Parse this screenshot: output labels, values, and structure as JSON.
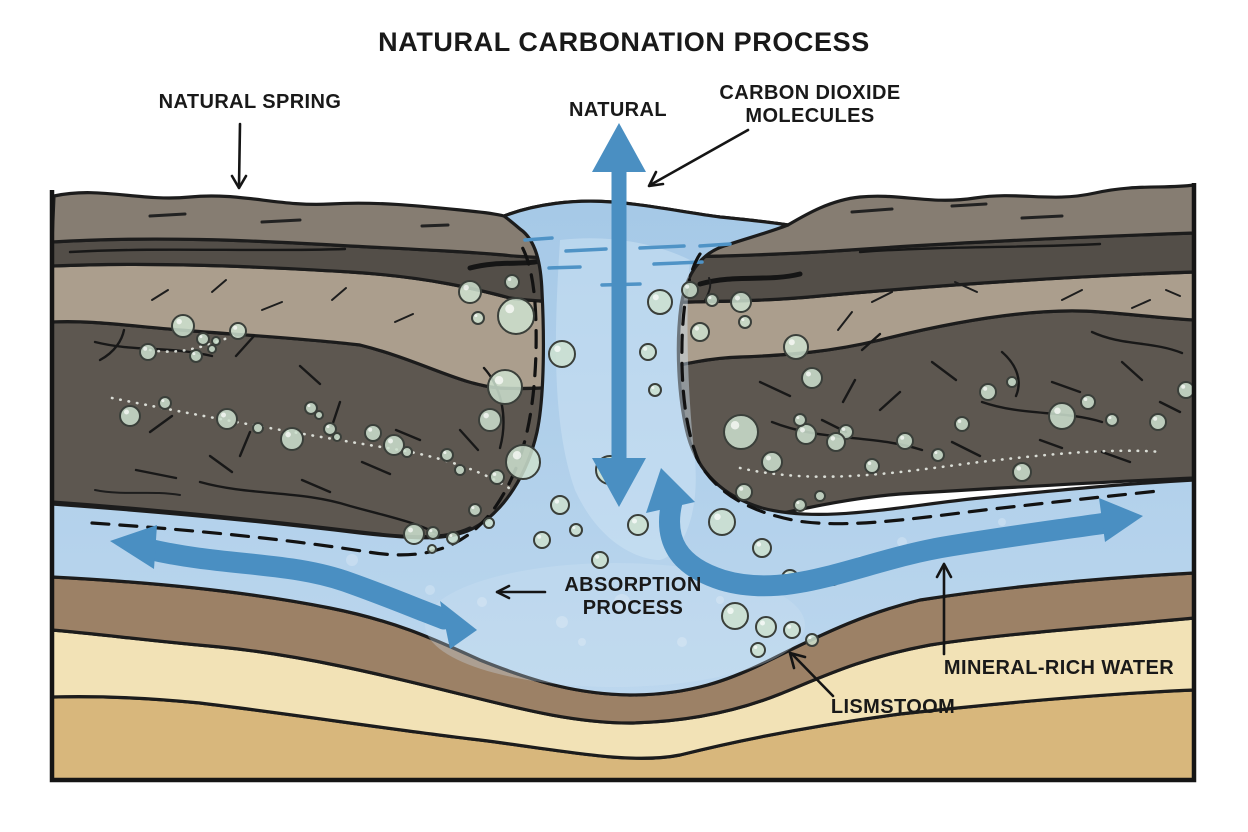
{
  "title": "NATURAL CARBONATION PROCESS",
  "labels": {
    "natural_spring": {
      "text": "NATURAL SPRING"
    },
    "natural": {
      "text": "NATURAL"
    },
    "carbon_dioxide": {
      "line1": "CARBON DIOXIDE",
      "line2": "MOLECULES"
    },
    "absorption": {
      "line1": "ABSORPTION",
      "line2": "PROCESS"
    },
    "mineral_rich_water": {
      "text": "MINERAL-RICH WATER"
    },
    "lismstoom": {
      "text": "LISMSTOOM"
    }
  },
  "colors": {
    "background": "#ffffff",
    "outline": "#1c1c1c",
    "surface_soil": "#867d72",
    "dark_band": "#534e48",
    "sandstone_layer": "#ab9e8d",
    "bedrock": "#5d5750",
    "water": "#a6c9e7",
    "water_deep": "#bcd7ee",
    "water_light": "#cfe3f5",
    "flow_arrow": "#4a8fc2",
    "bubble": "#cde1cf",
    "silt_layer": "#9c8166",
    "cream_layer": "#f2e2b6",
    "deep_sand": "#d8b77c"
  },
  "icons": {
    "vertical-flow-arrow": "↕",
    "left-flow-arrow": "←",
    "right-flow-arrow": "→",
    "natural-spring-pointer": "↓",
    "co2-pointer": "↙",
    "absorption-pointer": "←",
    "mineral-water-pointer": "↑",
    "lismstoom-pointer": "↖"
  }
}
